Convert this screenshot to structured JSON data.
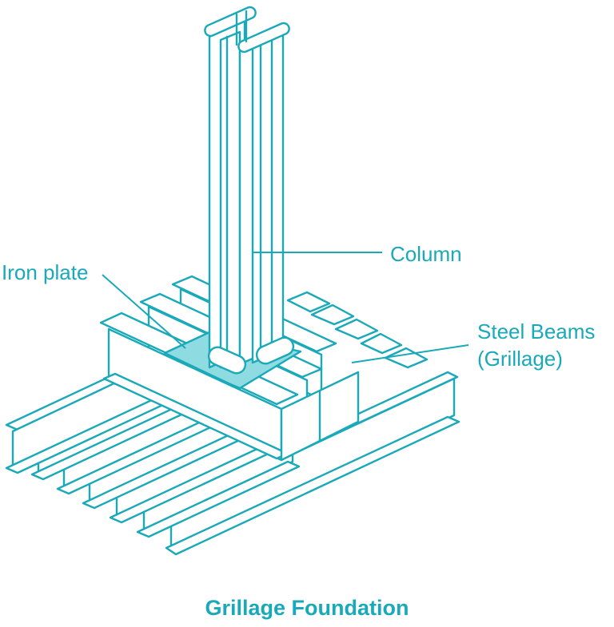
{
  "title": "Grillage Foundation",
  "labels": {
    "column": "Column",
    "iron_plate": "Iron plate",
    "steel_beams": "Steel Beams",
    "grillage": "(Grillage)"
  },
  "colors": {
    "line": "#1aa9b8",
    "plate_fill": "#8fdbe2",
    "background": "#ffffff"
  }
}
